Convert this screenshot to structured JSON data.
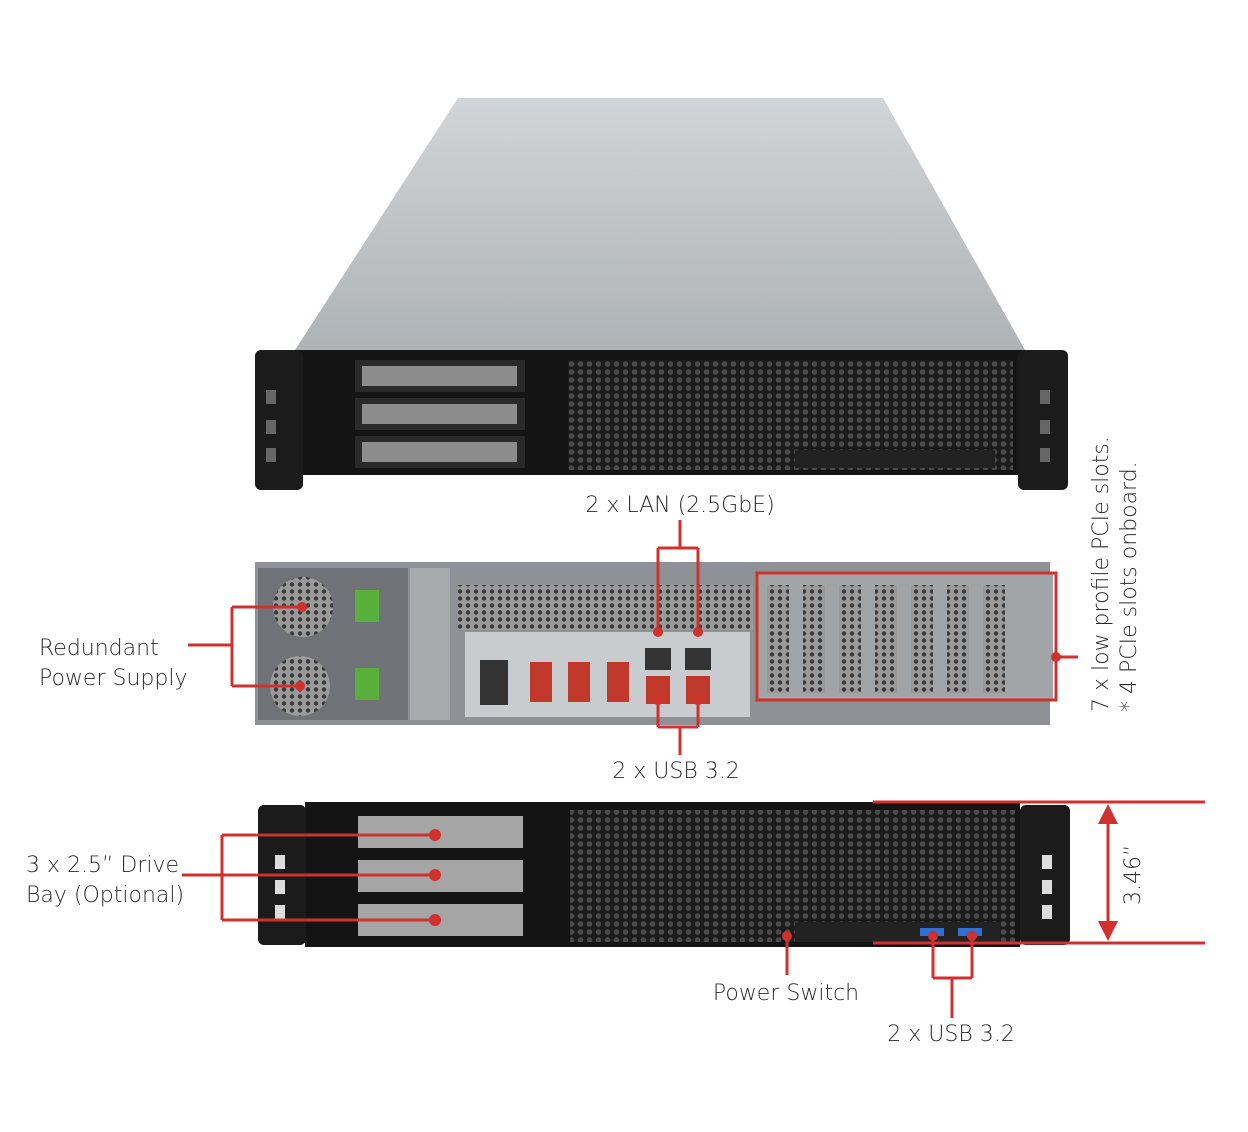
{
  "title": "2U rackmount server chassis – front, rear and top views",
  "colors": {
    "accent": "#d0312d",
    "chassis": "#1a1a1a",
    "top_cover": "#c4c8cb",
    "text": "#2b2b2b"
  },
  "annotations": {
    "lan": "2 x LAN (2.5GbE)",
    "pcie_line1": "7 x low profile PCIe slots.",
    "pcie_line2": "* 4 PCIe slots onboard.",
    "psu_line1": "Redundant",
    "psu_line2": "Power Supply",
    "usb_rear": "2 x USB 3.2",
    "drive_line1": "3 x 2.5” Drive",
    "drive_line2": "Bay (Optional)",
    "power_switch": "Power Switch",
    "usb_front": "2 x USB 3.2",
    "height": "3.46”"
  }
}
